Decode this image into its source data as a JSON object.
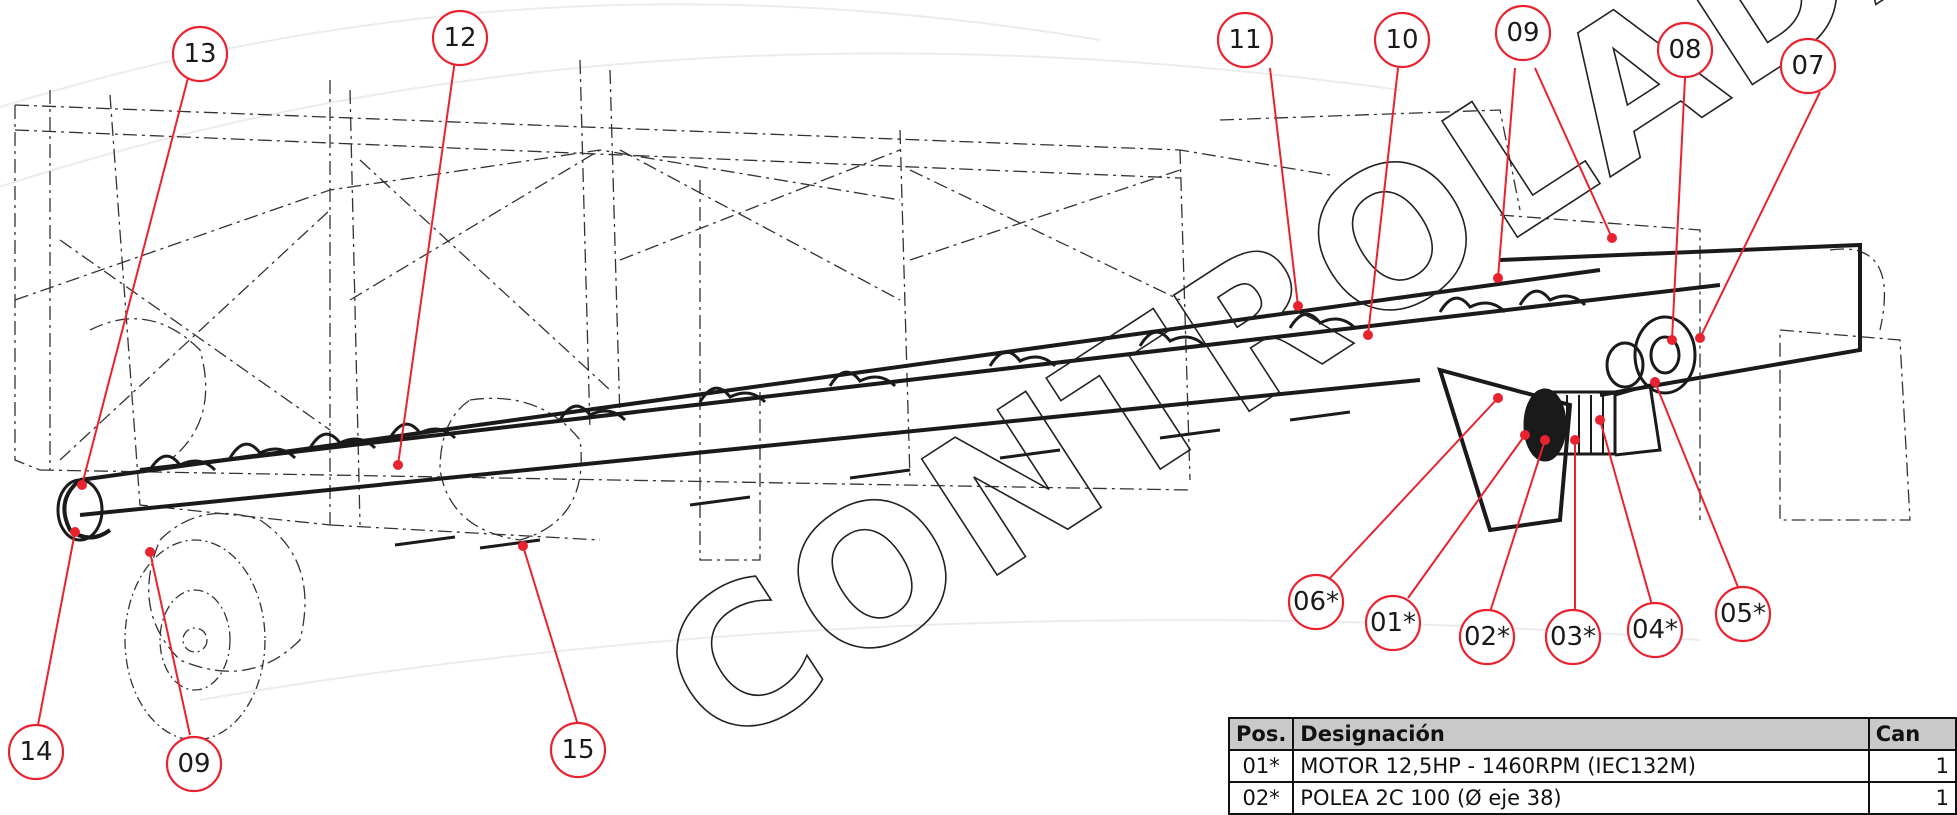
{
  "watermark": "CONTROLADA",
  "callouts": [
    {
      "id": "13",
      "label": "13"
    },
    {
      "id": "12",
      "label": "12"
    },
    {
      "id": "11",
      "label": "11"
    },
    {
      "id": "10",
      "label": "10"
    },
    {
      "id": "09a",
      "label": "09"
    },
    {
      "id": "08",
      "label": "08"
    },
    {
      "id": "07",
      "label": "07"
    },
    {
      "id": "06",
      "label": "06*"
    },
    {
      "id": "01",
      "label": "01*"
    },
    {
      "id": "02",
      "label": "02*"
    },
    {
      "id": "03",
      "label": "03*"
    },
    {
      "id": "04",
      "label": "04*"
    },
    {
      "id": "05",
      "label": "05*"
    },
    {
      "id": "14",
      "label": "14"
    },
    {
      "id": "09b",
      "label": "09"
    },
    {
      "id": "15",
      "label": "15"
    }
  ],
  "parts_table": {
    "headers": {
      "pos": "Pos.",
      "designation": "Designación",
      "qty": "Can"
    },
    "rows": [
      {
        "pos": "01*",
        "designation": "MOTOR 12,5HP - 1460RPM (IEC132M)",
        "qty": "1"
      },
      {
        "pos": "02*",
        "designation": "POLEA 2C 100 (Ø eje 38)",
        "qty": "1"
      }
    ]
  }
}
